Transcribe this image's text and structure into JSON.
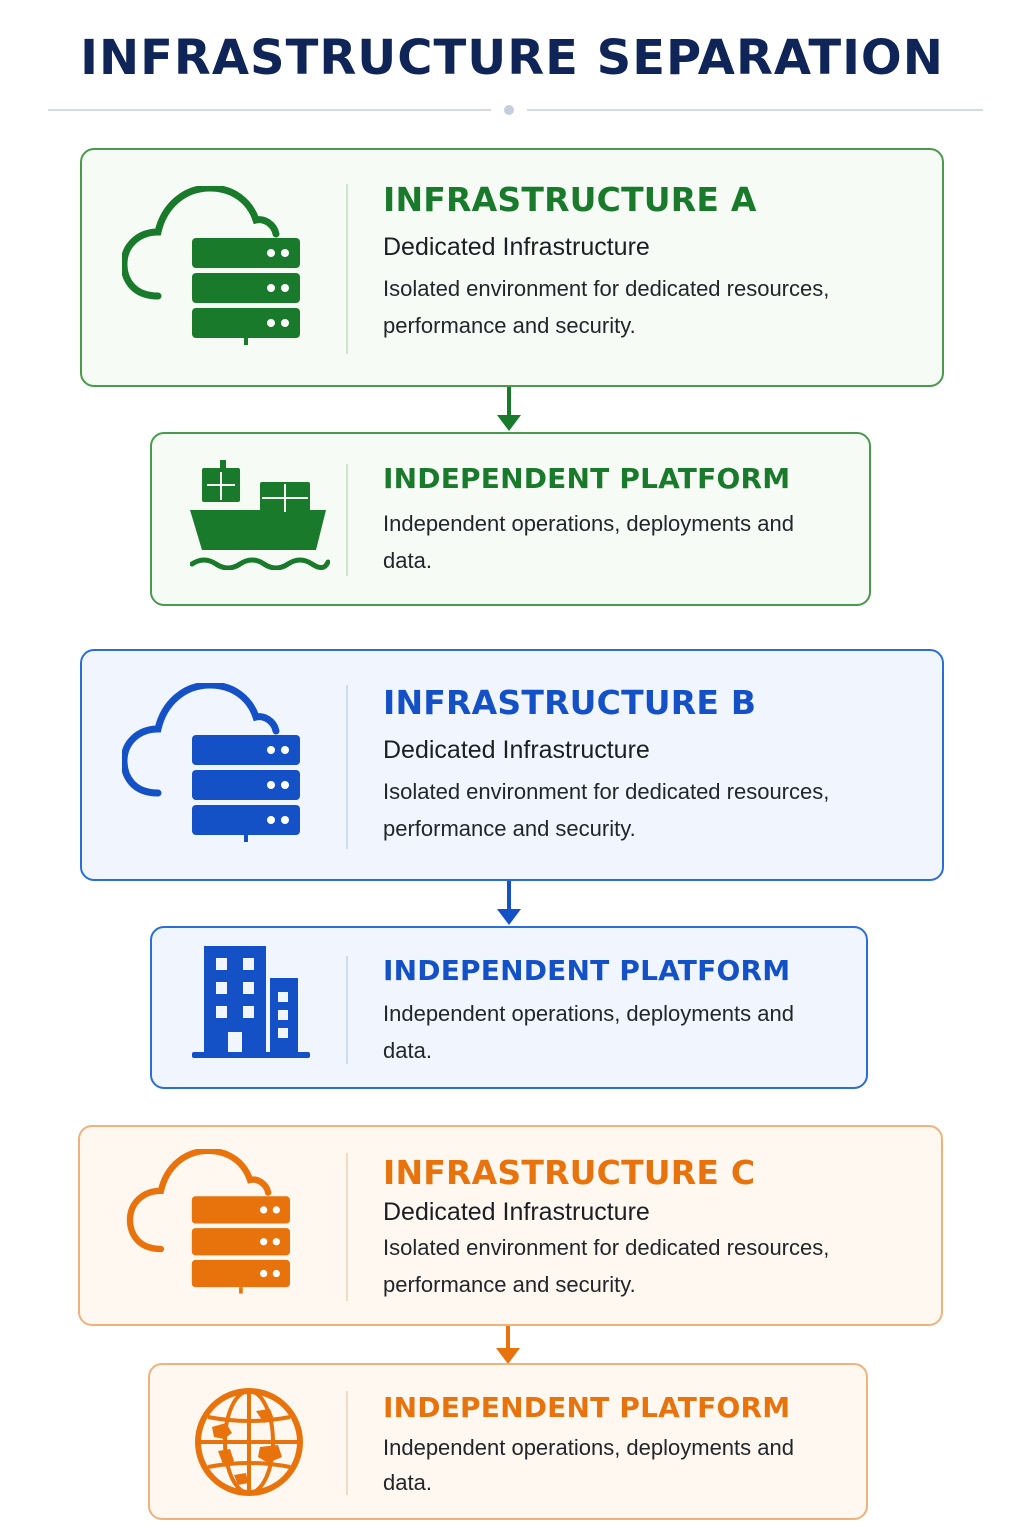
{
  "page": {
    "title": "INFRASTRUCTURE SEPARATION"
  },
  "colors": {
    "green": "#1a7a2b",
    "blue": "#1451c7",
    "orange": "#e8720c",
    "title_navy": "#0f2557"
  },
  "sections": [
    {
      "infrastructure": {
        "title": "INFRASTRUCTURE A",
        "subtitle": "Dedicated Infrastructure",
        "description": "Isolated environment for dedicated resources, performance and security.",
        "icon": "cloud-server-icon"
      },
      "platform": {
        "title": "INDEPENDENT PLATFORM",
        "description": "Independent operations, deployments and data.",
        "icon": "cargo-ship-icon"
      }
    },
    {
      "infrastructure": {
        "title": "INFRASTRUCTURE B",
        "subtitle": "Dedicated Infrastructure",
        "description": "Isolated environment for dedicated resources, performance and security.",
        "icon": "cloud-server-icon"
      },
      "platform": {
        "title": "INDEPENDENT PLATFORM",
        "description": "Independent operations, deployments and data.",
        "icon": "office-building-icon"
      }
    },
    {
      "infrastructure": {
        "title": "INFRASTRUCTURE C",
        "subtitle": "Dedicated Infrastructure",
        "description": "Isolated environment for dedicated resources, performance and security.",
        "icon": "cloud-server-icon"
      },
      "platform": {
        "title": "INDEPENDENT PLATFORM",
        "description": "Independent operations, deployments and data.",
        "icon": "globe-icon"
      }
    }
  ]
}
